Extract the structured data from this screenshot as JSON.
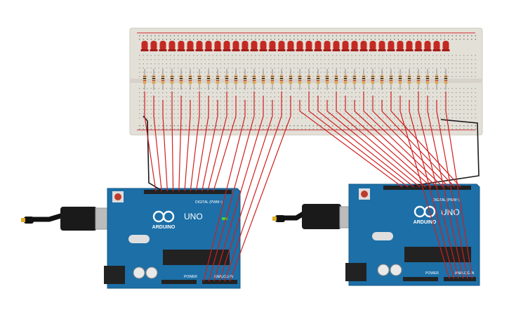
{
  "diagram": {
    "led_count": 34,
    "colors": {
      "breadboard": "#e3e0d8",
      "breadboard_edge": "#cfcbc1",
      "led": "#c42a22",
      "wire_red": "#d01f1f",
      "wire_black": "#1a1a1a",
      "board": "#1c6fa7",
      "board_dark": "#155887",
      "chip": "#222222",
      "usb": "#b9b9b9",
      "cable": "#111111"
    },
    "boards": [
      {
        "brand_label": "ARDUINO",
        "model_label": "UNO",
        "digital_label": "DIGITAL (PWM~)",
        "power_label": "POWER",
        "analog_label": "ANALOG IN"
      },
      {
        "brand_label": "ARDUINO",
        "model_label": "UNO",
        "digital_label": "DIGITAL (PWM~)",
        "power_label": "POWER",
        "analog_label": "ANALOG IN"
      }
    ]
  }
}
